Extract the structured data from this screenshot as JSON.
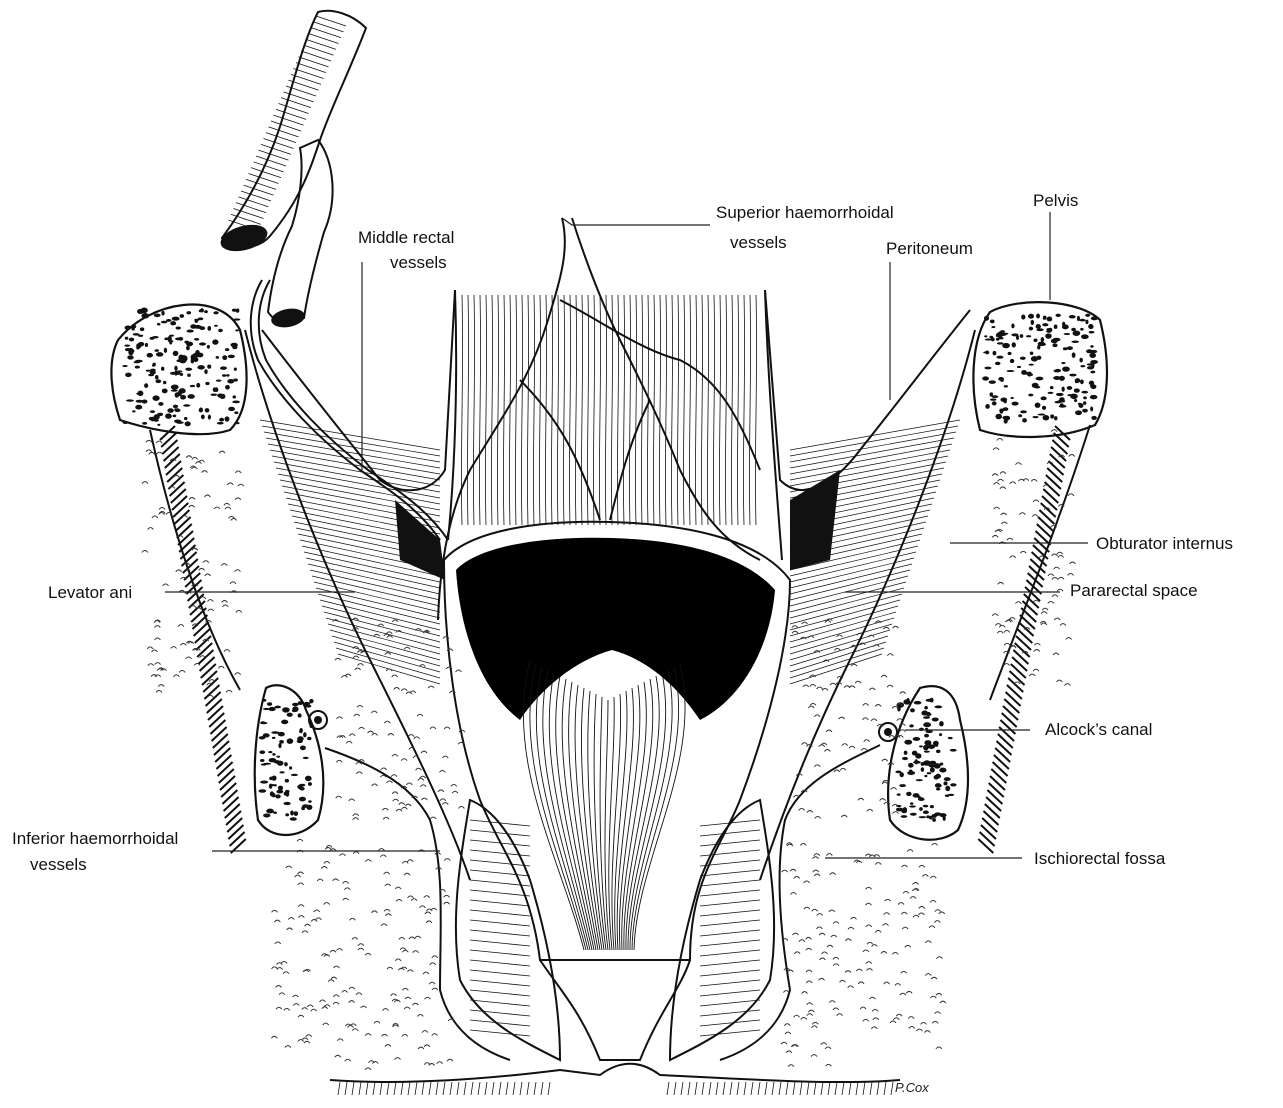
{
  "labels": {
    "superior_vessels_line1": "Superior haemorrhoidal",
    "superior_vessels_line2": "vessels",
    "middle_rectal_line1": "Middle rectal",
    "middle_rectal_line2": "vessels",
    "pelvis": "Pelvis",
    "peritoneum": "Peritoneum",
    "obturator_internus": "Obturator internus",
    "levator_ani": "Levator ani",
    "pararectal_space": "Pararectal space",
    "alcocks_canal": "Alcock’s canal",
    "inferior_vessels_line1": "Inferior haemorrhoidal",
    "inferior_vessels_line2": "vessels",
    "ischiorectal_fossa": "Ischiorectal fossa"
  },
  "signature": "P.Cox"
}
